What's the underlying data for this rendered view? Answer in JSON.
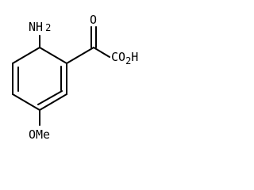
{
  "molecule": {
    "labels": {
      "amine": {
        "main": "NH",
        "sub": "2"
      },
      "ketone_oxygen": "O",
      "carboxyl": {
        "prefix": "CO",
        "sub": "2",
        "suffix": "H"
      },
      "methoxy": "OMe"
    },
    "colors": {
      "bond": "#000000",
      "text": "#000000",
      "background": "#ffffff"
    }
  }
}
